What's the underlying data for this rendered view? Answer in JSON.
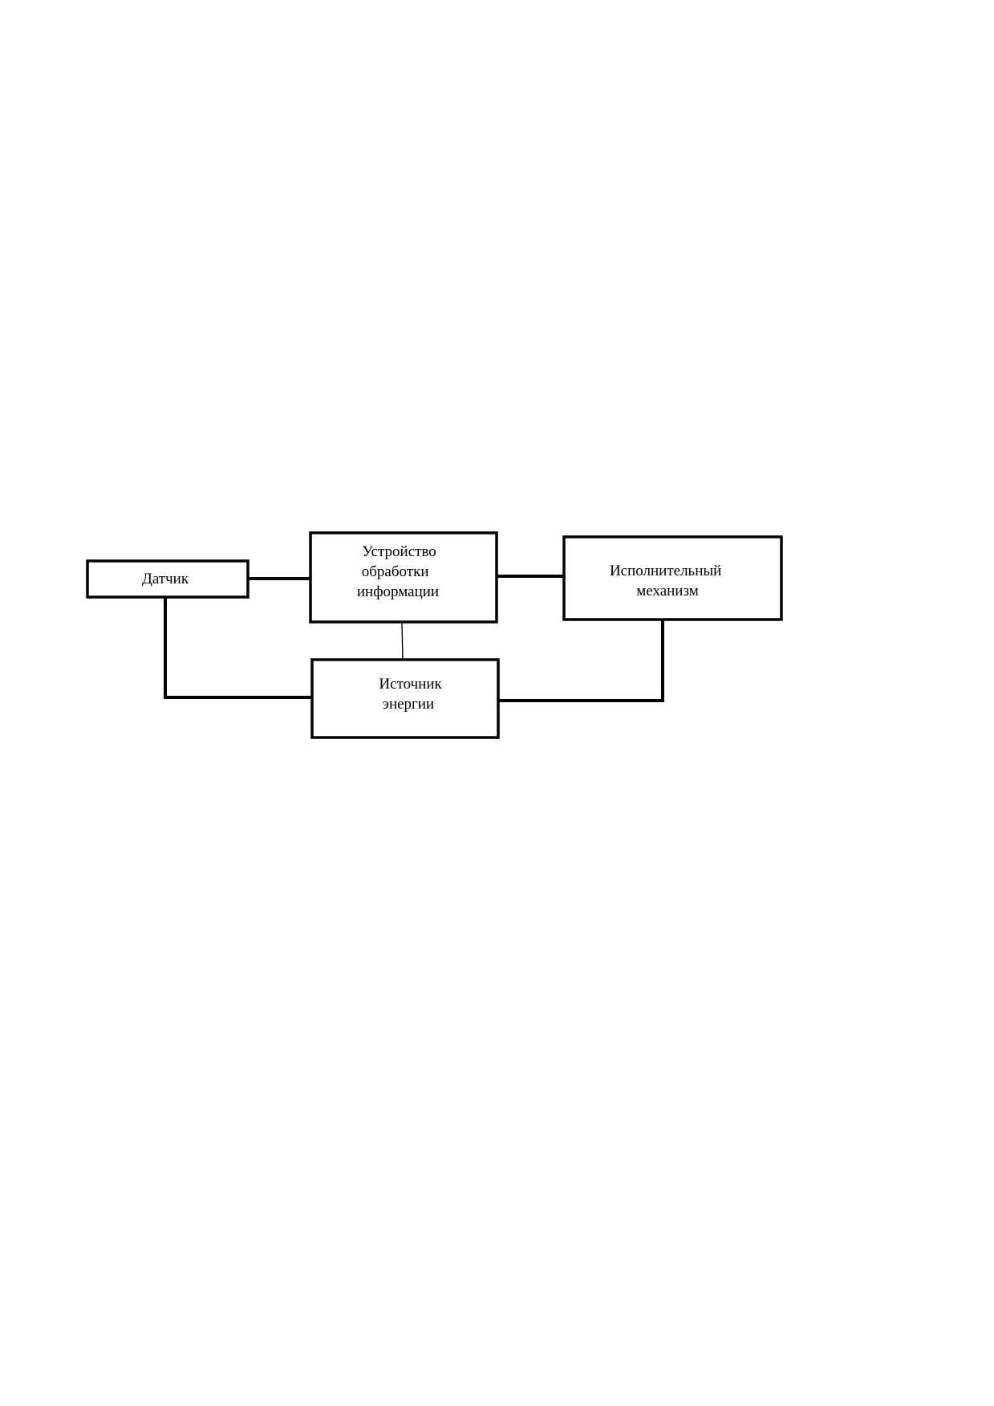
{
  "diagram": {
    "nodes": {
      "sensor": {
        "lines": [
          "Датчик"
        ]
      },
      "processor": {
        "lines": [
          "Устройство",
          "обработки",
          "информации"
        ]
      },
      "actuator": {
        "lines": [
          "Исполнительный",
          "механизм"
        ]
      },
      "power": {
        "lines": [
          "Источник",
          "энергии"
        ]
      }
    }
  }
}
